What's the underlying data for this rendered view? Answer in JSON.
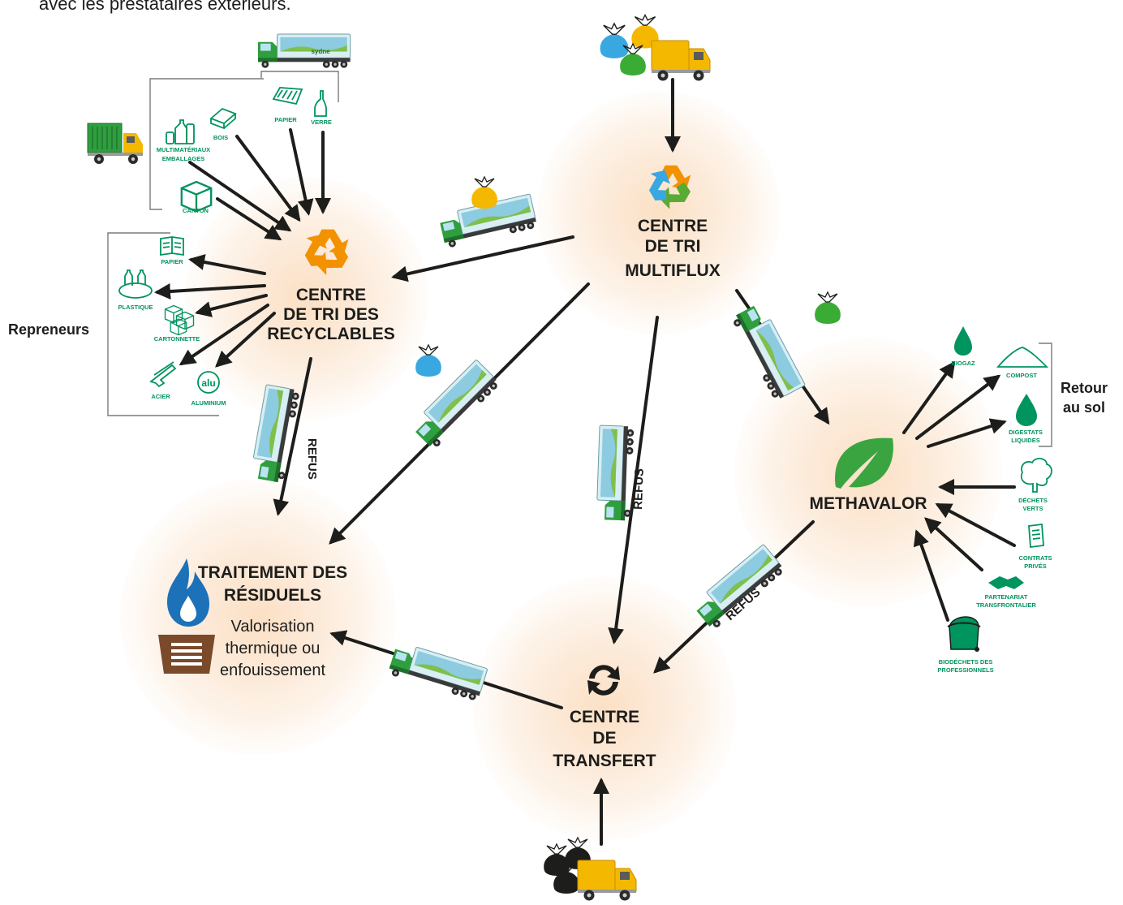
{
  "header_text": "avec les prestataires extérieurs.",
  "hubs": {
    "tri_recyclables": [
      "CENTRE",
      "DE TRI DES",
      "RECYCLABLES"
    ],
    "tri_multiflux": [
      "CENTRE",
      "DE TRI",
      "MULTIFLUX"
    ],
    "methavalor": [
      "METHAVALOR"
    ],
    "traitement": [
      "TRAITEMENT DES",
      "RÉSIDUELS"
    ],
    "traitement_sub": [
      "Valorisation",
      "thermique ou",
      "enfouissement"
    ],
    "transfert": [
      "CENTRE",
      "DE",
      "TRANSFERT"
    ]
  },
  "inputs_recyclables": {
    "papier": "PAPIER",
    "verre": "VERRE",
    "bois": "BOIS",
    "multimateriaux": [
      "MULTIMATÉRIAUX",
      "EMBALLAGES"
    ],
    "carton": "CARTON"
  },
  "outputs_recyclables": {
    "papier": "PAPIER",
    "plastique": "PLASTIQUE",
    "cartonnette": "CARTONNETTE",
    "acier": "ACIER",
    "aluminium": "ALUMINIUM",
    "alu_glyph": "alu"
  },
  "outputs_methavalor": {
    "biogaz": "BIOGAZ",
    "compost": "COMPOST",
    "digestats": [
      "DIGESTATS",
      "LIQUIDES"
    ]
  },
  "inputs_methavalor": {
    "dechets_verts": [
      "DÉCHETS",
      "VERTS"
    ],
    "contrats": [
      "CONTRATS",
      "PRIVÉS"
    ],
    "partenariat": [
      "PARTENARIAT",
      "TRANSFRONTALIER"
    ],
    "biodechets": [
      "BIODÉCHETS DES",
      "PROFESSIONNELS"
    ]
  },
  "side_labels": {
    "repreneurs": "Repreneurs",
    "retour": [
      "Retour",
      "au sol"
    ]
  },
  "refus_label": "REFUS",
  "truck_brand": "sydne",
  "colors": {
    "green": "#00945e",
    "orange": "#f39200",
    "yellow": "#f5b800",
    "blue": "#3aa8e0",
    "leaf_green": "#5aab34",
    "glow": "#fbe3cc",
    "dark": "#1d1d1b",
    "brown": "#7a4a2a",
    "fuel_blue": "#1d71b8"
  },
  "icons": [
    "recycle-icon",
    "leaf-icon",
    "flame-water-icon",
    "transfer-icon",
    "truck-icon",
    "garbage-truck-icon",
    "bag-icon"
  ]
}
